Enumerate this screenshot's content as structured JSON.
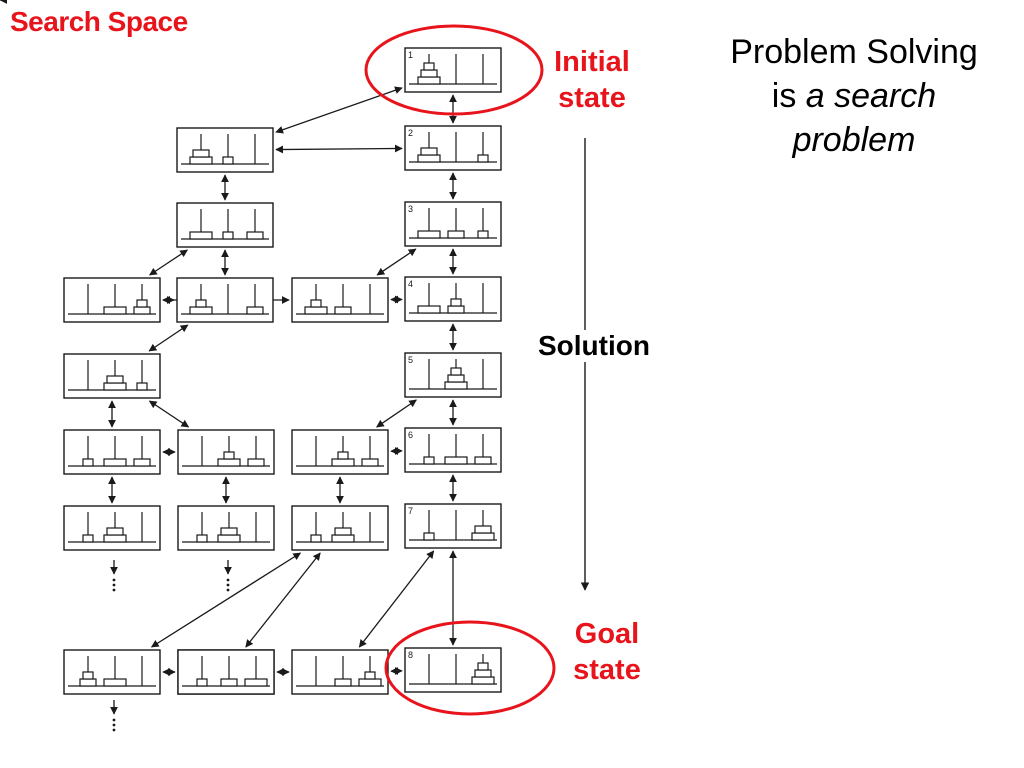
{
  "slide": {
    "title": "Search Space",
    "heading_line1": "Problem Solving",
    "heading_line2_plain": "is ",
    "heading_line2_em": "a search",
    "heading_line3_em": "problem"
  },
  "labels": {
    "initial_line1": "Initial",
    "initial_line2": "state",
    "goal_line1": "Goal",
    "goal_line2": "state",
    "solution": "Solution"
  },
  "colors": {
    "accent": "#e8141c",
    "ink": "#1a1a1a"
  },
  "states": [
    {
      "id": "s1",
      "number": "1",
      "pegs": [
        [
          3,
          2,
          1
        ],
        [],
        []
      ]
    },
    {
      "id": "s2",
      "number": "2",
      "pegs": [
        [
          3,
          2
        ],
        [],
        [
          1
        ]
      ]
    },
    {
      "id": "s3",
      "number": "3",
      "pegs": [
        [
          3
        ],
        [
          2
        ],
        [
          1
        ]
      ]
    },
    {
      "id": "s4",
      "number": "4",
      "pegs": [
        [
          3
        ],
        [
          2,
          1
        ],
        []
      ]
    },
    {
      "id": "s5",
      "number": "5",
      "pegs": [
        [],
        [
          3,
          2,
          1
        ],
        []
      ]
    },
    {
      "id": "s6",
      "number": "6",
      "pegs": [
        [
          1
        ],
        [
          3
        ],
        [
          2
        ]
      ]
    },
    {
      "id": "s7",
      "number": "7",
      "pegs": [
        [
          1
        ],
        [],
        [
          3,
          2
        ]
      ]
    },
    {
      "id": "s8",
      "number": "8",
      "pegs": [
        [],
        [],
        [
          3,
          2,
          1
        ]
      ]
    },
    {
      "id": "a1",
      "number": "",
      "pegs": [
        [
          3,
          2
        ],
        [
          1
        ],
        []
      ]
    },
    {
      "id": "a2",
      "number": "",
      "pegs": [
        [
          3
        ],
        [
          1
        ],
        [
          2
        ]
      ]
    },
    {
      "id": "a3",
      "number": "",
      "pegs": [
        [
          3,
          1
        ],
        [],
        [
          2
        ]
      ]
    },
    {
      "id": "b1",
      "number": "",
      "pegs": [
        [
          3,
          1
        ],
        [
          2
        ],
        []
      ]
    },
    {
      "id": "b2",
      "number": "",
      "pegs": [
        [],
        [
          3
        ],
        [
          2,
          1
        ]
      ]
    },
    {
      "id": "b3",
      "number": "",
      "pegs": [
        [
          1
        ],
        [
          3,
          2
        ],
        []
      ]
    },
    {
      "id": "a5",
      "number": "",
      "pegs": [
        [],
        [
          3,
          2
        ],
        [
          1
        ]
      ]
    },
    {
      "id": "a6",
      "number": "",
      "pegs": [
        [
          1
        ],
        [
          3
        ],
        [
          2
        ]
      ]
    },
    {
      "id": "b4",
      "number": "",
      "pegs": [
        [],
        [
          3,
          1
        ],
        [
          2
        ]
      ]
    },
    {
      "id": "b5",
      "number": "",
      "pegs": [
        [],
        [
          3,
          1
        ],
        [
          2
        ]
      ]
    },
    {
      "id": "a7",
      "number": "",
      "pegs": [
        [
          1
        ],
        [
          3,
          2
        ],
        []
      ]
    },
    {
      "id": "b6",
      "number": "",
      "pegs": [
        [
          1
        ],
        [
          3,
          2
        ],
        []
      ]
    },
    {
      "id": "b7",
      "number": "",
      "pegs": [
        [
          1
        ],
        [],
        [
          3,
          2
        ]
      ]
    },
    {
      "id": "c1",
      "number": "",
      "pegs": [
        [
          2,
          1
        ],
        [
          3
        ],
        []
      ]
    },
    {
      "id": "c2",
      "number": "",
      "pegs": [
        [
          1
        ],
        [
          2
        ],
        [
          3
        ]
      ]
    },
    {
      "id": "c3",
      "number": "",
      "pegs": [
        [],
        [
          2
        ],
        [
          3,
          1
        ]
      ]
    }
  ],
  "edges": [
    [
      "s1",
      "s2"
    ],
    [
      "s1",
      "a1"
    ],
    [
      "a1",
      "s2"
    ],
    [
      "a1",
      "a2"
    ],
    [
      "s2",
      "s3"
    ],
    [
      "s3",
      "s4"
    ],
    [
      "s3",
      "b1"
    ],
    [
      "s4",
      "s5"
    ],
    [
      "s4",
      "b1"
    ],
    [
      "b1",
      "b2"
    ],
    [
      "b2",
      "a3"
    ],
    [
      "a2",
      "a3"
    ],
    [
      "a2",
      "b2"
    ],
    [
      "a3",
      "a5"
    ],
    [
      "a5",
      "b4"
    ],
    [
      "a5",
      "a6"
    ],
    [
      "b4",
      "a6"
    ],
    [
      "s5",
      "b5"
    ],
    [
      "s5",
      "s6"
    ],
    [
      "b5",
      "s6"
    ],
    [
      "b5",
      "b6"
    ],
    [
      "s6",
      "s7"
    ],
    [
      "a6",
      "a7"
    ],
    [
      "b4",
      "b3"
    ],
    [
      "b6",
      "b7"
    ],
    [
      "b6",
      "c1"
    ],
    [
      "b7",
      "c2"
    ],
    [
      "s7",
      "c3"
    ],
    [
      "s7",
      "s8"
    ],
    [
      "c1",
      "c2"
    ],
    [
      "c2",
      "c3"
    ],
    [
      "c3",
      "s8"
    ]
  ]
}
